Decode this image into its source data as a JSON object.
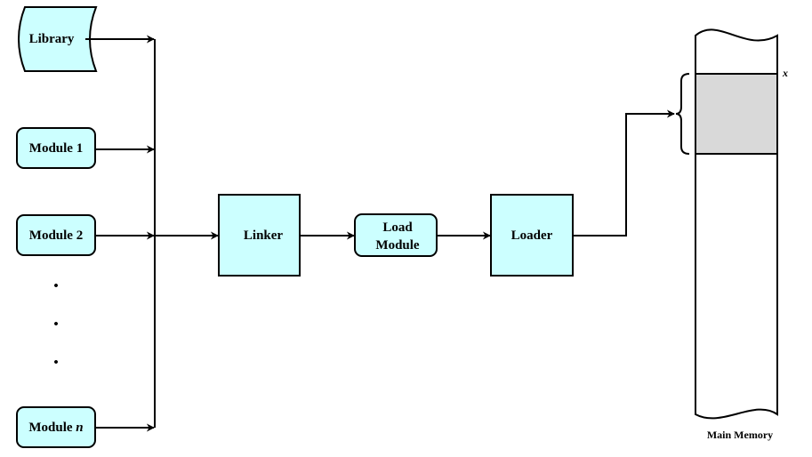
{
  "colors": {
    "box_fill": "#ccffff",
    "memory_region_fill": "#d9d9d9",
    "stroke": "#000000"
  },
  "inputs": {
    "library": "Library",
    "module_1": "Module 1",
    "module_2": "Module 2",
    "module_n_prefix": "Module",
    "module_n_var": "n",
    "ellipsis": "•"
  },
  "linker": {
    "label": "Linker"
  },
  "load_module": {
    "line1": "Load",
    "line2": "Module"
  },
  "loader": {
    "label": "Loader"
  },
  "memory": {
    "label": "Main Memory",
    "address_label": "x"
  }
}
